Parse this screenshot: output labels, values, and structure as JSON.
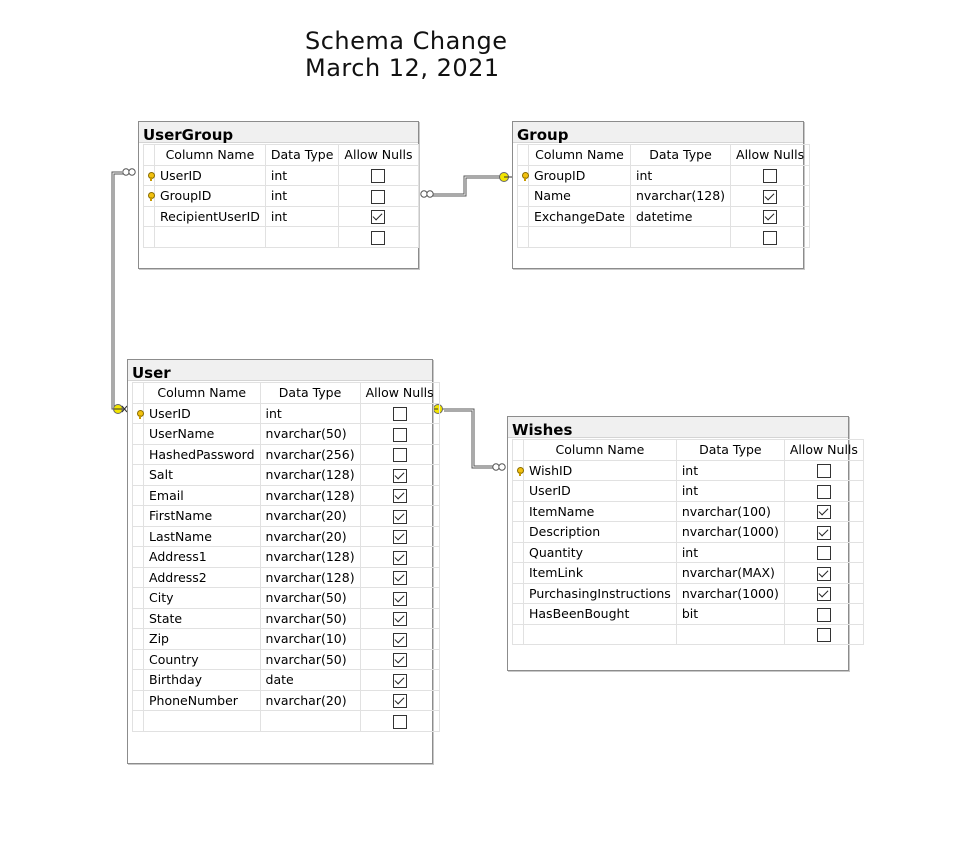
{
  "title": {
    "line1": "Schema Change",
    "line2": "March 12, 2021"
  },
  "columns": {
    "name": "Column Name",
    "type": "Data Type",
    "nulls": "Allow Nulls"
  },
  "tables": {
    "usergroup": {
      "name": "UserGroup",
      "rows": [
        {
          "key": true,
          "name": "UserID",
          "type": "int",
          "nulls": false
        },
        {
          "key": true,
          "name": "GroupID",
          "type": "int",
          "nulls": false
        },
        {
          "key": false,
          "name": "RecipientUserID",
          "type": "int",
          "nulls": true
        }
      ]
    },
    "group": {
      "name": "Group",
      "rows": [
        {
          "key": true,
          "name": "GroupID",
          "type": "int",
          "nulls": false
        },
        {
          "key": false,
          "name": "Name",
          "type": "nvarchar(128)",
          "nulls": true
        },
        {
          "key": false,
          "name": "ExchangeDate",
          "type": "datetime",
          "nulls": true
        }
      ]
    },
    "user": {
      "name": "User",
      "rows": [
        {
          "key": true,
          "name": "UserID",
          "type": "int",
          "nulls": false
        },
        {
          "key": false,
          "name": "UserName",
          "type": "nvarchar(50)",
          "nulls": false
        },
        {
          "key": false,
          "name": "HashedPassword",
          "type": "nvarchar(256)",
          "nulls": false
        },
        {
          "key": false,
          "name": "Salt",
          "type": "nvarchar(128)",
          "nulls": true
        },
        {
          "key": false,
          "name": "Email",
          "type": "nvarchar(128)",
          "nulls": true
        },
        {
          "key": false,
          "name": "FirstName",
          "type": "nvarchar(20)",
          "nulls": true
        },
        {
          "key": false,
          "name": "LastName",
          "type": "nvarchar(20)",
          "nulls": true
        },
        {
          "key": false,
          "name": "Address1",
          "type": "nvarchar(128)",
          "nulls": true
        },
        {
          "key": false,
          "name": "Address2",
          "type": "nvarchar(128)",
          "nulls": true
        },
        {
          "key": false,
          "name": "City",
          "type": "nvarchar(50)",
          "nulls": true
        },
        {
          "key": false,
          "name": "State",
          "type": "nvarchar(50)",
          "nulls": true
        },
        {
          "key": false,
          "name": "Zip",
          "type": "nvarchar(10)",
          "nulls": true
        },
        {
          "key": false,
          "name": "Country",
          "type": "nvarchar(50)",
          "nulls": true
        },
        {
          "key": false,
          "name": "Birthday",
          "type": "date",
          "nulls": true
        },
        {
          "key": false,
          "name": "PhoneNumber",
          "type": "nvarchar(20)",
          "nulls": true
        }
      ]
    },
    "wishes": {
      "name": "Wishes",
      "rows": [
        {
          "key": true,
          "name": "WishID",
          "type": "int",
          "nulls": false
        },
        {
          "key": false,
          "name": "UserID",
          "type": "int",
          "nulls": false
        },
        {
          "key": false,
          "name": "ItemName",
          "type": "nvarchar(100)",
          "nulls": true
        },
        {
          "key": false,
          "name": "Description",
          "type": "nvarchar(1000)",
          "nulls": true
        },
        {
          "key": false,
          "name": "Quantity",
          "type": "int",
          "nulls": false
        },
        {
          "key": false,
          "name": "ItemLink",
          "type": "nvarchar(MAX)",
          "nulls": true
        },
        {
          "key": false,
          "name": "PurchasingInstructions",
          "type": "nvarchar(1000)",
          "nulls": true
        },
        {
          "key": false,
          "name": "HasBeenBought",
          "type": "bit",
          "nulls": false
        }
      ]
    }
  },
  "colors": {
    "key_yellow": "#f2c10f",
    "line": "#555555"
  },
  "icons": {
    "primary_key": "key-icon",
    "allow_nulls": "checkbox-icon"
  }
}
